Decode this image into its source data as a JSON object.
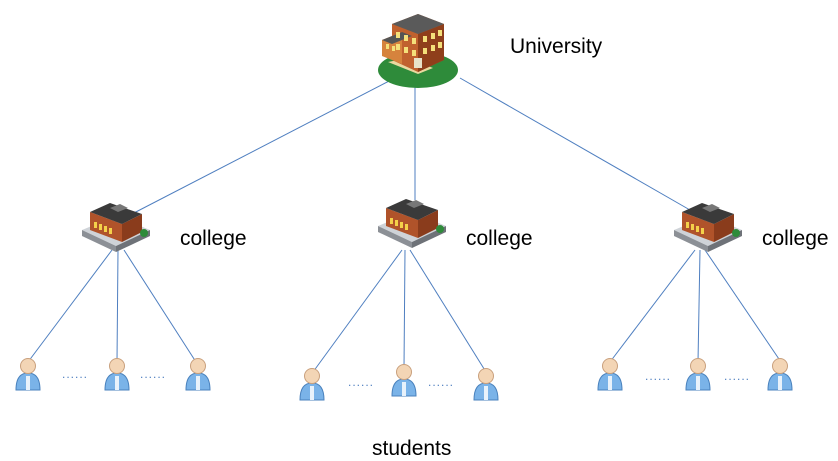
{
  "university": {
    "label": "University"
  },
  "colleges": [
    {
      "label": "college"
    },
    {
      "label": "college"
    },
    {
      "label": "college"
    }
  ],
  "students_label": "students",
  "ellipsis": "......",
  "colors": {
    "line": "#4f7fc0",
    "building_brick": "#b0532a",
    "building_roof": "#3a3a3a",
    "lawn": "#2e8b3a",
    "student_body": "#7ab3e8",
    "student_head": "#f3d5b5"
  }
}
